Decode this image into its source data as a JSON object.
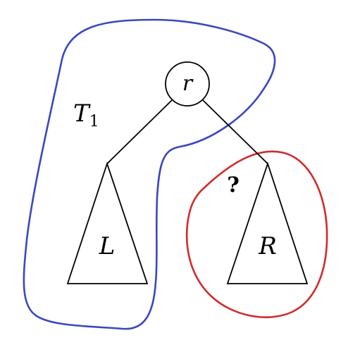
{
  "labels": {
    "root": "r",
    "left_subtree": "L",
    "right_subtree": "R",
    "tree_name": "T",
    "tree_subscript": "1",
    "question": "?"
  },
  "colors": {
    "t1_outline": "#3a48c0",
    "question_outline": "#d42a2a",
    "lines": "#000000"
  }
}
